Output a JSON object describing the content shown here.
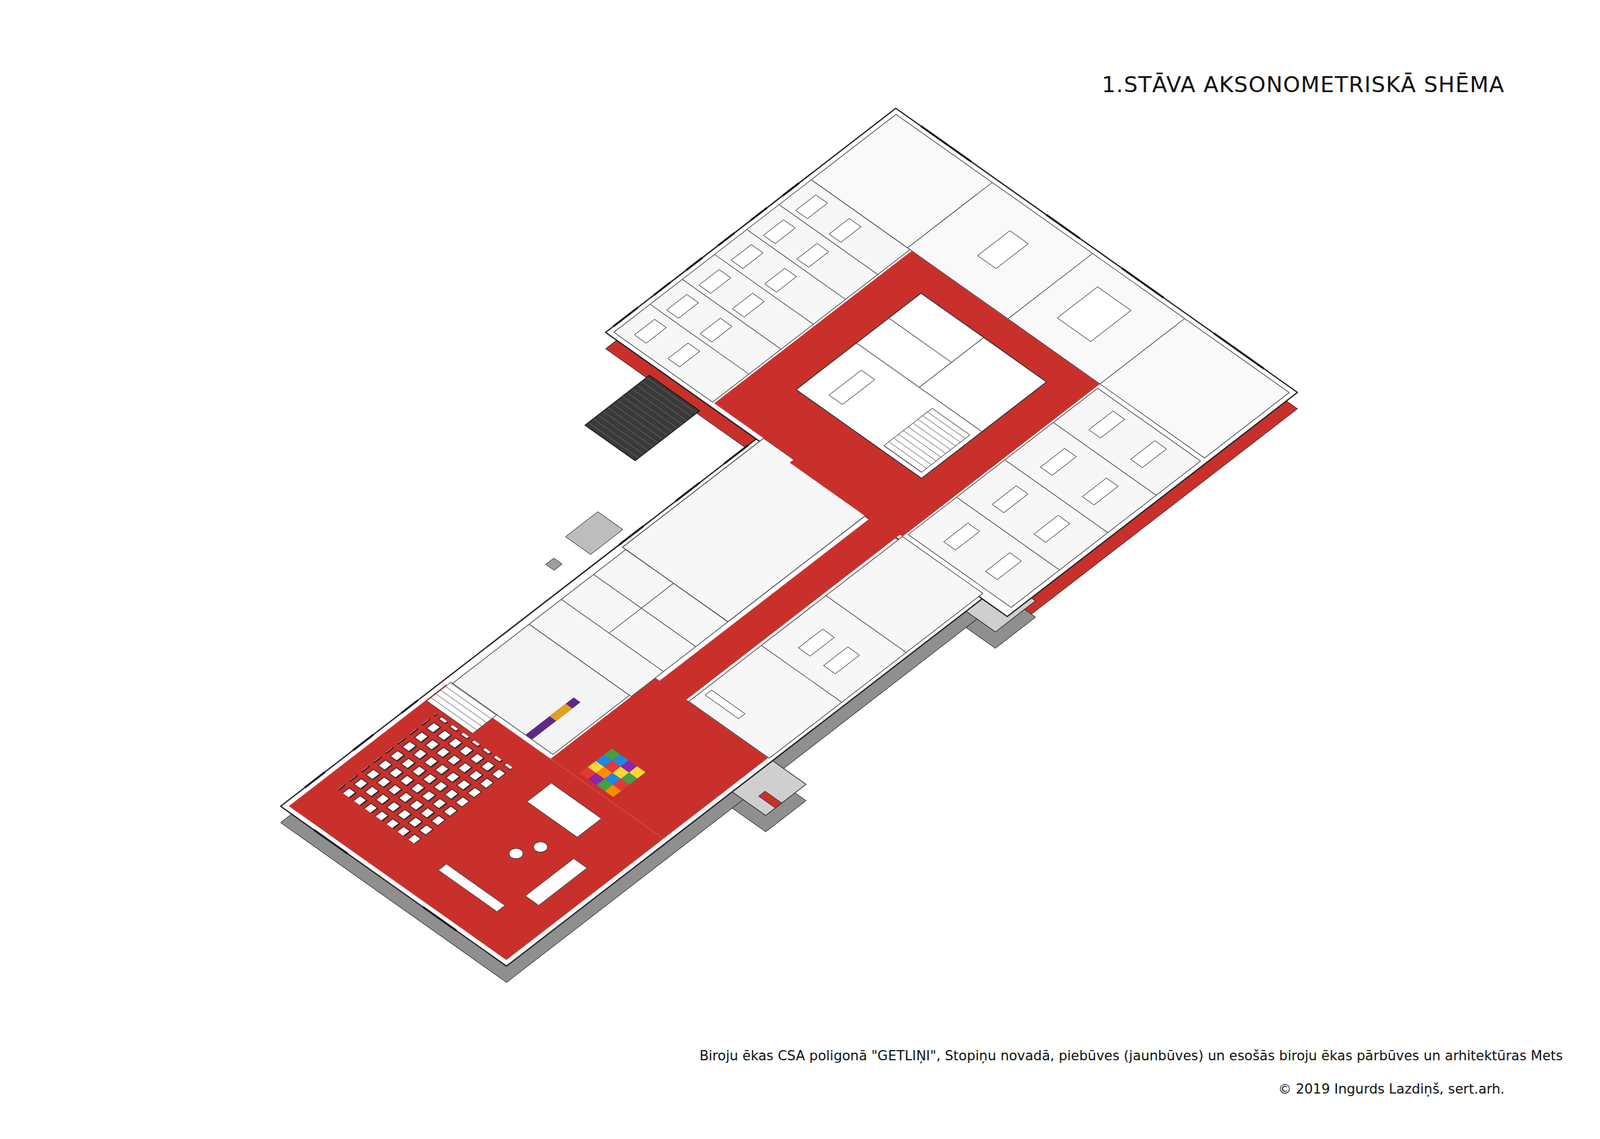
{
  "diagram": {
    "title": "1.STĀVA AKSONOMETRISKĀ SHĒMA",
    "caption": "Biroju ēkas CSA poligonā \"GETLIŅI\", Stopiņu novadā, piebūves (jaunbūves) un esošās biroju ēkas pārbūves un arhitektūras Mets",
    "labels": [
      "© 2019 Ingurds Lazdiņš, sert.arh."
    ]
  }
}
